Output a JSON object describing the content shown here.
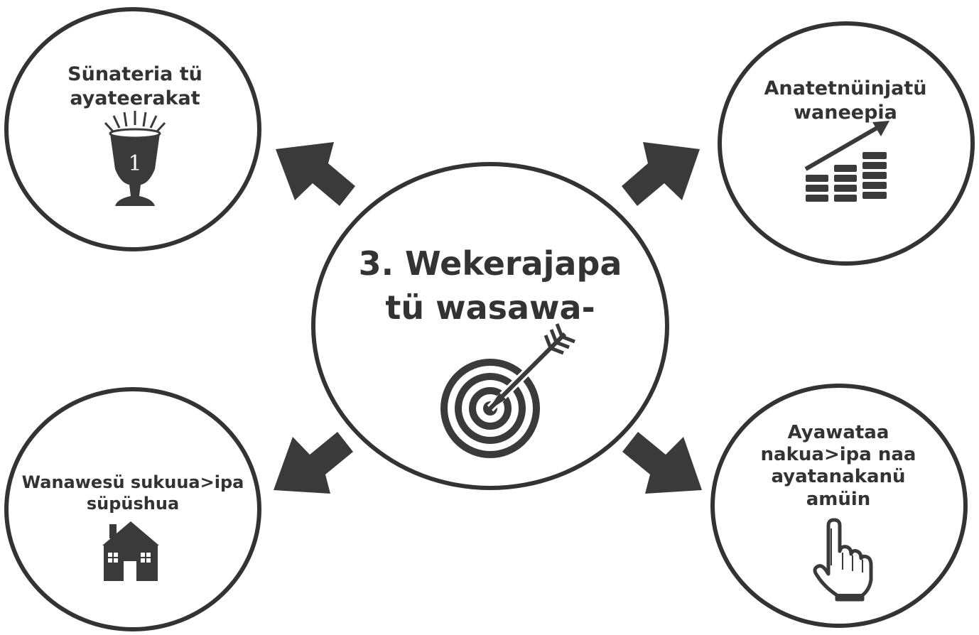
{
  "center": {
    "title_line1": "3. Wekerajapa",
    "title_line2": "tü wasawa-",
    "icon": "target-arrow-icon"
  },
  "nodes": [
    {
      "id": "top-left",
      "line1": "Sünateria tü",
      "line2": "ayateerakat",
      "icon": "trophy-cup-icon",
      "cup_number": "1"
    },
    {
      "id": "top-right",
      "line1": "Anatetnüinjatü",
      "line2": "waneepia",
      "icon": "growth-chart-icon"
    },
    {
      "id": "bottom-left",
      "line1": "Wanawesü sukuua>ipa",
      "line2": "süpüshua",
      "icon": "house-icon"
    },
    {
      "id": "bottom-right",
      "line1": "Ayawataa",
      "line2": "nakua>ipa naa",
      "line3": "ayatanakanü",
      "line4": "amüin",
      "icon": "pointing-hand-icon"
    }
  ],
  "colors": {
    "stroke": "#333333",
    "fill": "#3a3a3a",
    "background": "#ffffff"
  }
}
